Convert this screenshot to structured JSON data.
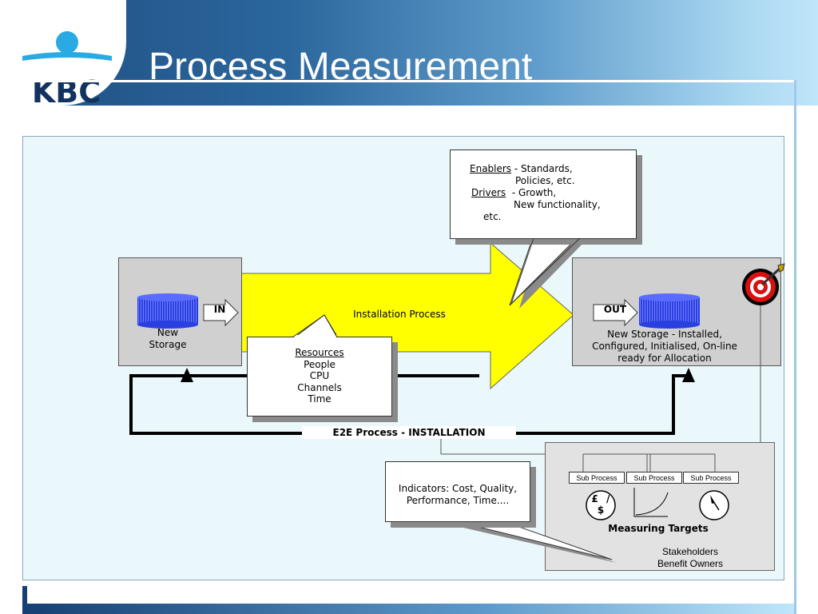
{
  "slide": {
    "title": "Process Measurement",
    "logo_text": "KBC"
  },
  "diagram": {
    "enablers_note": {
      "enablers_label": "Enablers",
      "enablers_text_1": " - Standards,",
      "enablers_text_2": "Policies, etc.",
      "drivers_label": "Drivers",
      "drivers_text_1": "  - Growth,",
      "drivers_text_2": "New functionality,",
      "drivers_text_3": "etc."
    },
    "input": {
      "label_line1": "New",
      "label_line2": "Storage",
      "tag": "IN"
    },
    "process_label": "Installation Process",
    "output": {
      "tag": "OUT",
      "label_line1": "New Storage - Installed,",
      "label_line2": "Configured, Initialised, On-line",
      "label_line3": "ready for Allocation"
    },
    "resources_note": {
      "heading": "Resources",
      "items": [
        "People",
        "CPU",
        "Channels",
        "Time"
      ]
    },
    "e2e_label": "E2E Process - INSTALLATION",
    "indicators_note": {
      "line1": "Indicators: Cost, Quality,",
      "line2": "Performance, Time...."
    },
    "measuring": {
      "sub_processes": [
        "Sub Process",
        "Sub Process",
        "Sub Process"
      ],
      "currency_symbols": "£ / $",
      "title": "Measuring Targets",
      "stakeholders": "Stakeholders",
      "benefit_owners": "Benefit Owners"
    },
    "colors": {
      "arrow_fill": "#ffff00",
      "db_blue": "#2a3fe0",
      "target_red": "#d81010"
    }
  }
}
